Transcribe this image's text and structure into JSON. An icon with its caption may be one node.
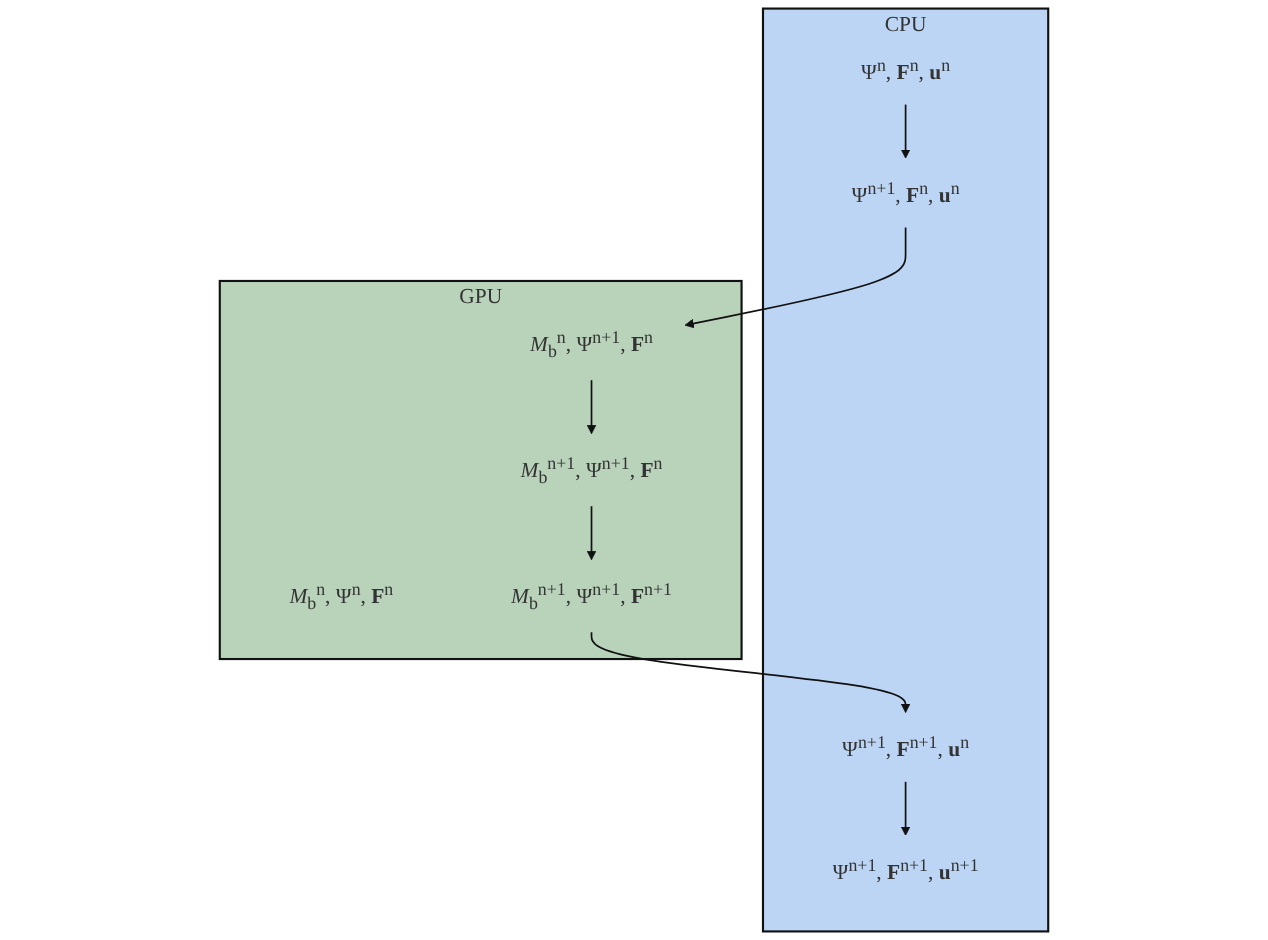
{
  "diagram": {
    "nodes": [
      {
        "text": [
          "CPU"
        ]
      },
      {
        "text": [
          "Ψ$^{n}$, **F**$^{n}$, **u**$^{n}$"
        ],
        "in": 0
      },
      {
        "text": [
          "Ψ$^{n+1}$, **F**$^{n}$, **u**$^{n}$"
        ],
        "in": 0
      },
      {
        "text": [
          "Ψ$^{n+1}$, **F**$^{n+1}$, **u**$^{n}$"
        ],
        "in": 0
      },
      {
        "text": [
          "Ψ$^{n+1}$, **F**$^{n+1}$, **u**$^{n+1}$"
        ],
        "in": 0
      },
      {
        "text": [
          "GPU"
        ]
      },
      {
        "text": [
          "*M*$_{b}$$^{n}$, Ψ$^{n}$, **F**$^{n}$"
        ],
        "in": 5
      },
      {
        "text": [
          "*M*$_{b}$$^{n}$, Ψ$^{n+1}$, **F**$^{n}$"
        ],
        "in": 5
      },
      {
        "text": [
          "*M*$_{b}$$^{n+1}$, Ψ$^{n+1}$, **F**$^{n}$"
        ],
        "in": 5
      },
      {
        "text": [
          "*M*$_{b}$$^{n+1}$, Ψ$^{n+1}$, **F**$^{n+1}$"
        ],
        "in": 5
      }
    ],
    "edges": [
      {
        "from": 1,
        "to": 2,
        "arrow": "to"
      },
      {
        "from": 2,
        "to": 7,
        "arrow": "to"
      },
      {
        "from": 7,
        "to": 8,
        "arrow": "to"
      },
      {
        "from": 8,
        "to": 9,
        "arrow": "to"
      },
      {
        "from": 9,
        "to": 3,
        "arrow": "to"
      },
      {
        "from": 3,
        "to": 4,
        "arrow": "to"
      }
    ]
  }
}
